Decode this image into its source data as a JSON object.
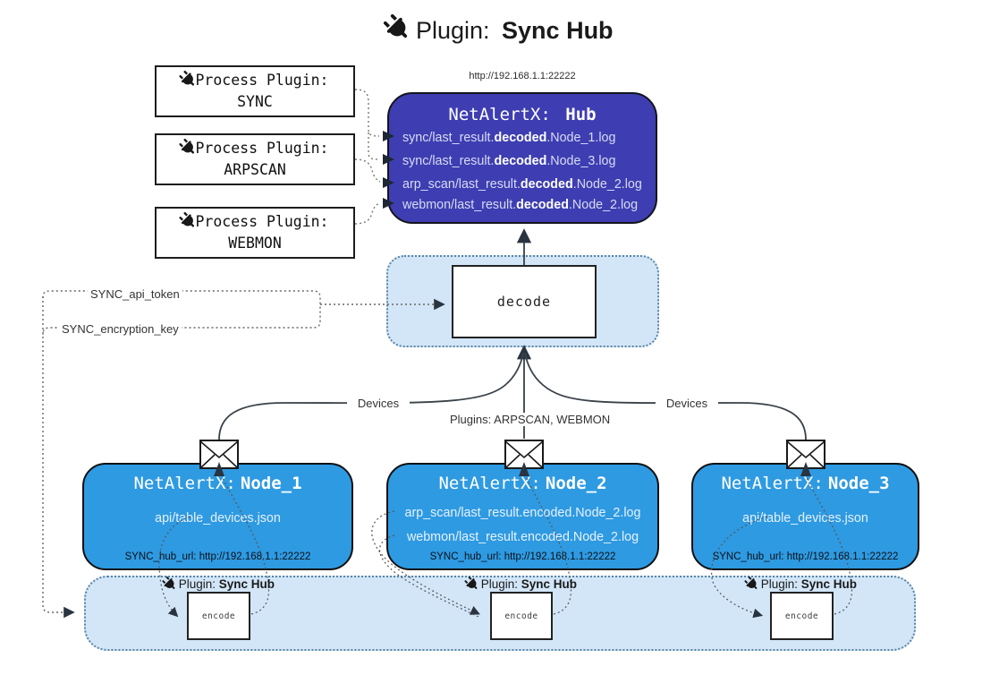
{
  "title": {
    "label": "Plugin:",
    "label_bold": "Sync Hub"
  },
  "hub": {
    "url": "http://192.168.1.1:22222",
    "name": "NetAlertX:",
    "name_bold": "Hub",
    "logs": [
      {
        "pre": "sync/last_result.",
        "mid": "decoded",
        "post": ".Node_1.log"
      },
      {
        "pre": "sync/last_result.",
        "mid": "decoded",
        "post": ".Node_3.log"
      },
      {
        "pre": "arp_scan/last_result.",
        "mid": "decoded",
        "post": ".Node_2.log"
      },
      {
        "pre": "webmon/last_result.",
        "mid": "decoded",
        "post": ".Node_2.log"
      }
    ]
  },
  "process_plugins": [
    {
      "title": "Process Plugin:",
      "name": "SYNC"
    },
    {
      "title": "Process Plugin:",
      "name": "ARPSCAN"
    },
    {
      "title": "Process Plugin:",
      "name": "WEBMON"
    }
  ],
  "settings": {
    "api_token": "SYNC_api_token",
    "encryption_key": "SYNC_encryption_key"
  },
  "decode": {
    "label": "decode"
  },
  "edge_labels": {
    "devices_left": "Devices",
    "plugins_middle": "Plugins: ARPSCAN, WEBMON",
    "devices_right": "Devices"
  },
  "nodes": [
    {
      "name": "NetAlertX:",
      "name_bold": "Node_1",
      "files": [
        "api/table_devices.json"
      ],
      "hub_url": "SYNC_hub_url: http://192.168.1.1:22222"
    },
    {
      "name": "NetAlertX:",
      "name_bold": "Node_2",
      "files": [
        "arp_scan/last_result.encoded.Node_2.log",
        "webmon/last_result.encoded.Node_2.log"
      ],
      "hub_url": "SYNC_hub_url: http://192.168.1.1:22222"
    },
    {
      "name": "NetAlertX:",
      "name_bold": "Node_3",
      "files": [
        "api/table_devices.json"
      ],
      "hub_url": "SYNC_hub_url: http://192.168.1.1:22222"
    }
  ],
  "encoders": [
    {
      "plugin": "Plugin:",
      "plugin_bold": "Sync Hub",
      "label": "encode"
    },
    {
      "plugin": "Plugin:",
      "plugin_bold": "Sync Hub",
      "label": "encode"
    },
    {
      "plugin": "Plugin:",
      "plugin_bold": "Sync Hub",
      "label": "encode"
    }
  ],
  "colors": {
    "hub_fill": "#3e3eb2",
    "node_fill": "#2e9ae2",
    "panel_fill": "#d2e6f8",
    "panel_border": "#5b84a4",
    "arrow": "#2a3440"
  }
}
